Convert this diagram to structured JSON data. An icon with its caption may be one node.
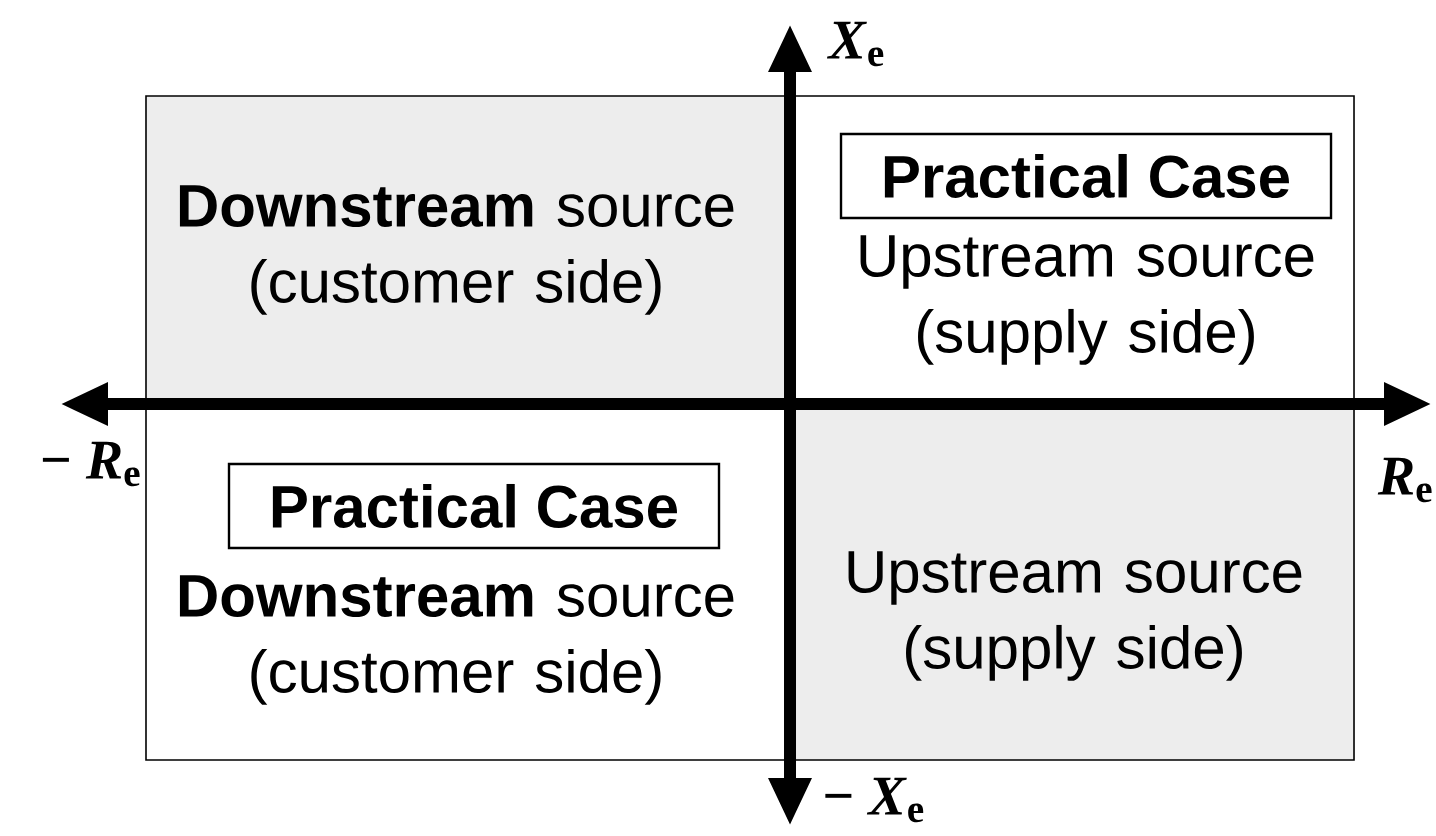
{
  "diagram": {
    "nodes": [
      {
        "text": [
          "**Downstream** source (customer side)"
        ]
      },
      {
        "text": [
          "Upstream source (supply side)"
        ]
      },
      {
        "text": [
          "Practical Case"
        ],
        "in": 1
      },
      {
        "text": [
          "**Downstream** source (customer side)"
        ]
      },
      {
        "text": [
          "Practical Case"
        ],
        "in": 3
      },
      {
        "text": [
          "Upstream source (supply side)"
        ]
      }
    ],
    "labels": [
      "*X*$_{e}$",
      "− *R*$_{e}$",
      "*R*$_{e}$",
      "− *X*$_{e}$"
    ]
  }
}
